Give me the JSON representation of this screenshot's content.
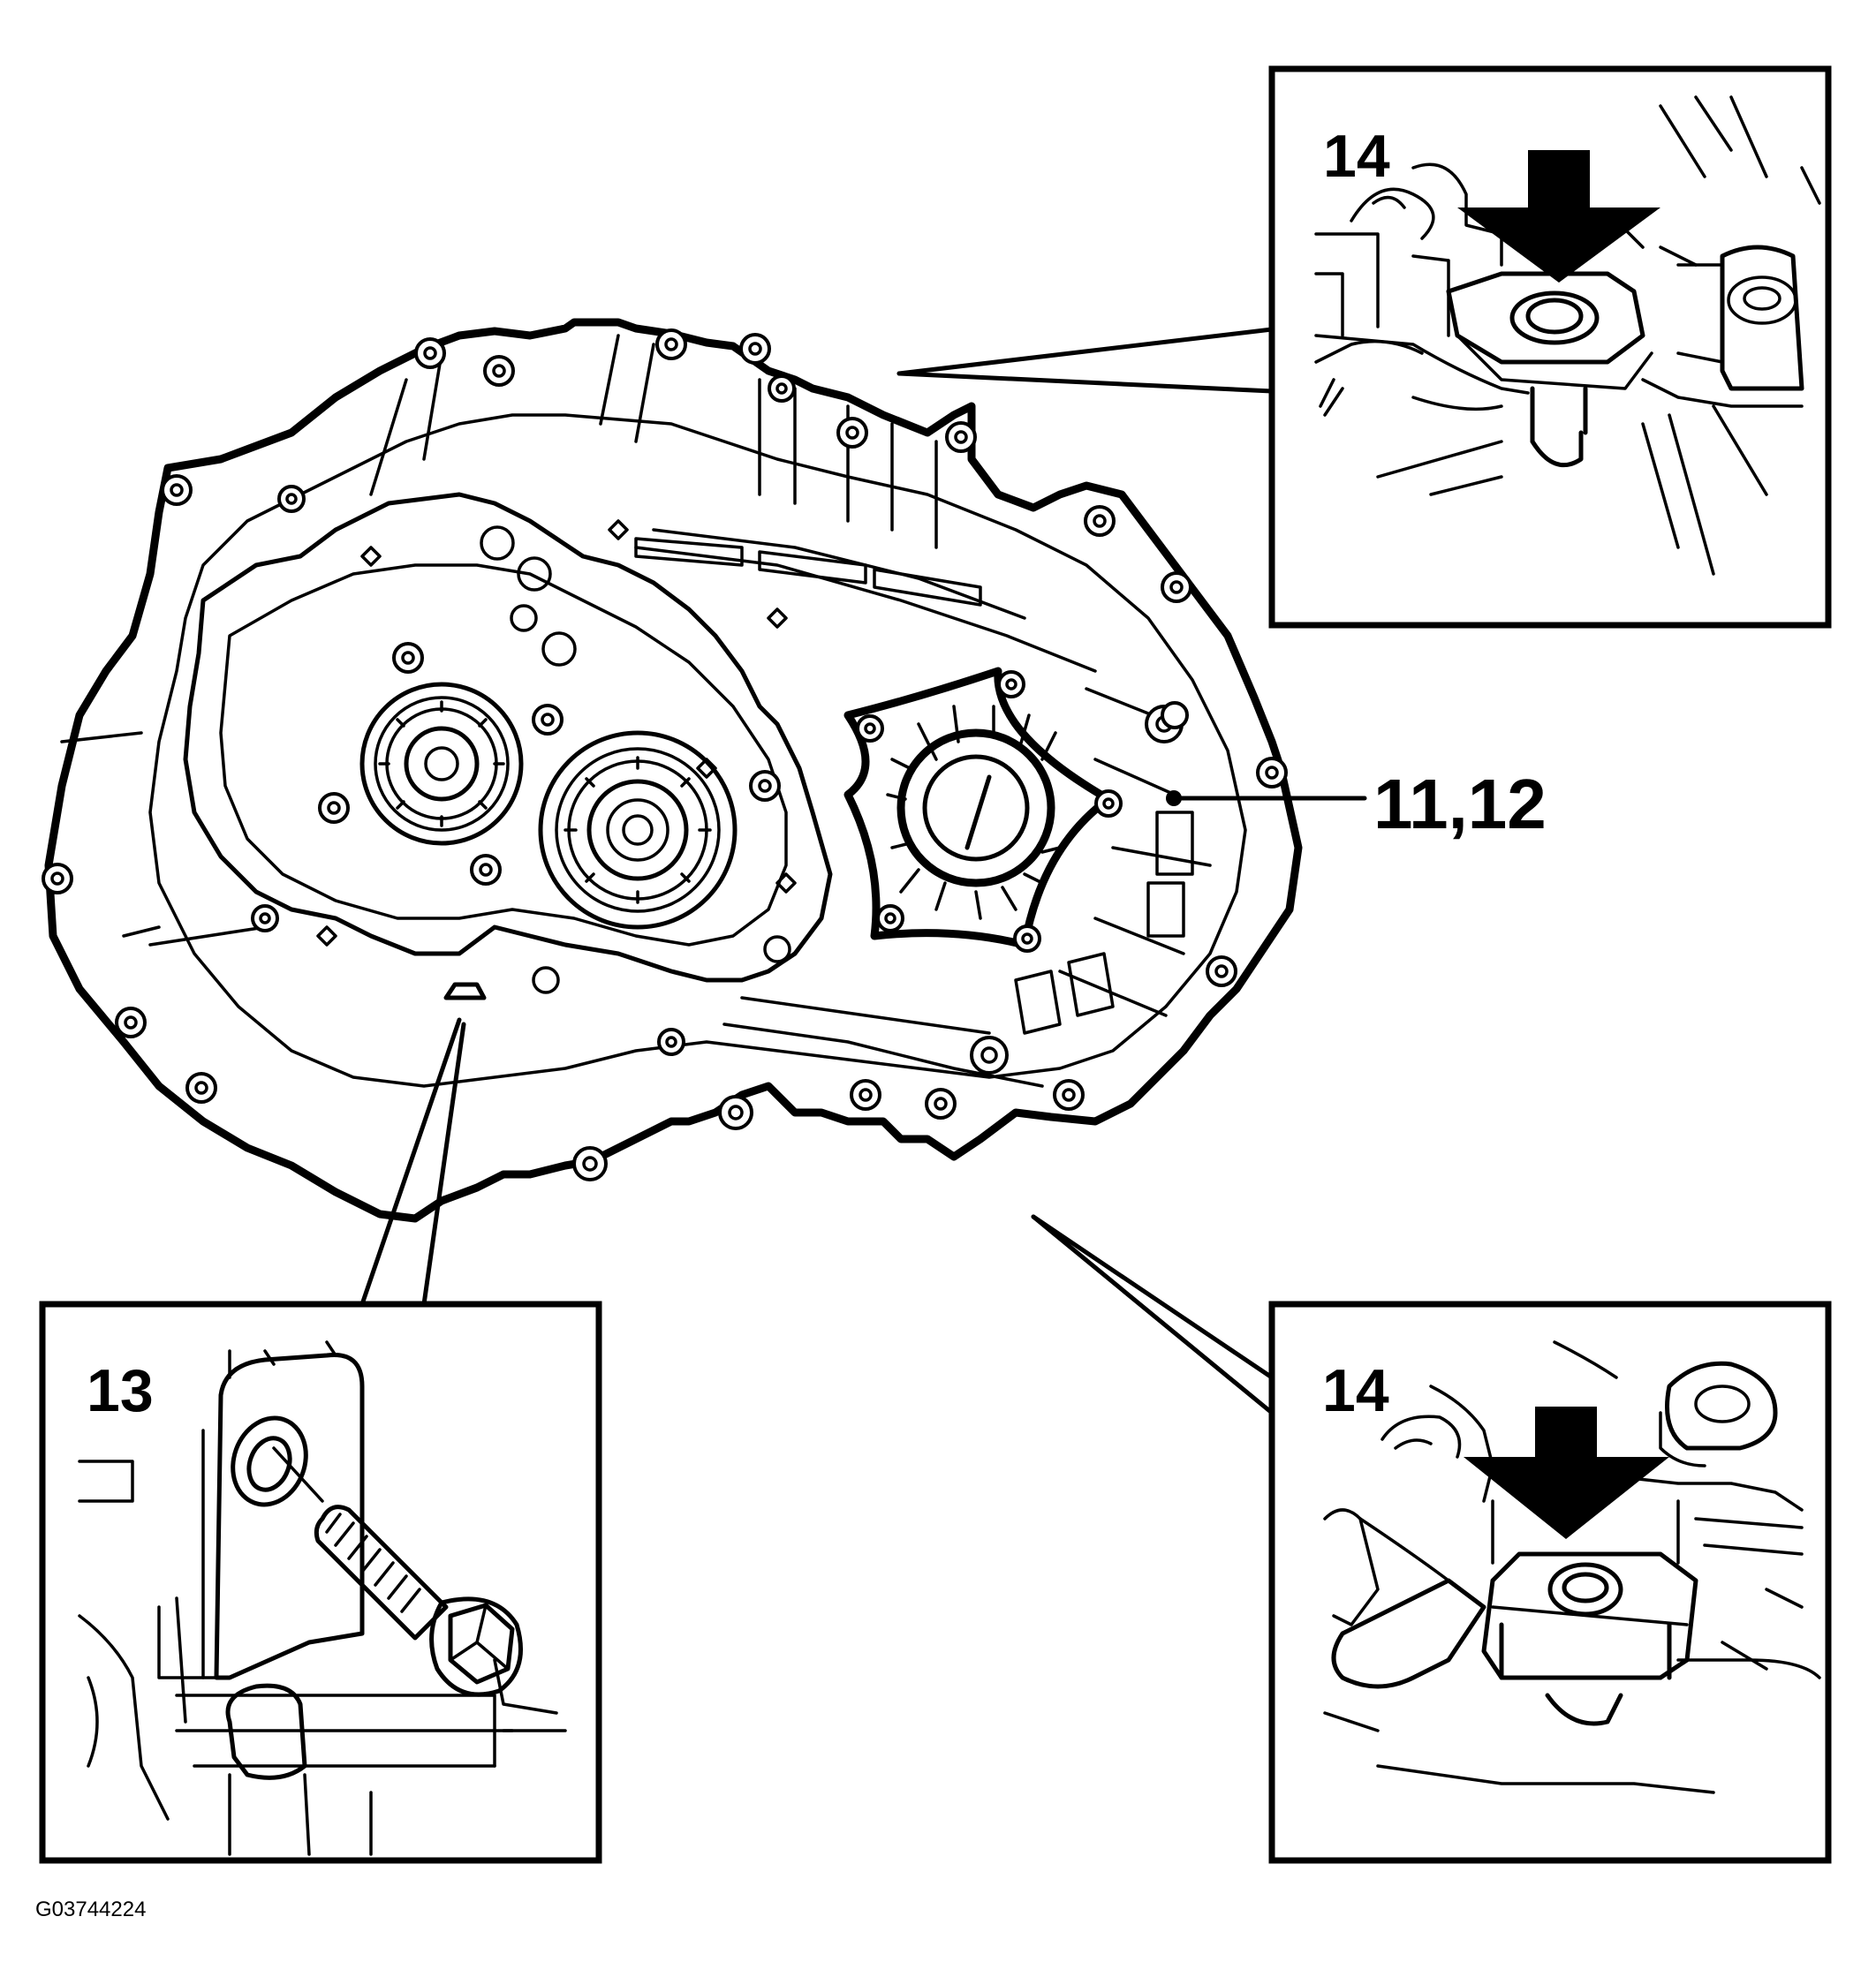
{
  "callouts": {
    "housing_cover": "11,12",
    "detail_bolt": "13",
    "detail_top_right": "14",
    "detail_bottom_right": "14"
  },
  "figure_code": "G03744224",
  "icons": [
    "arrow-down-icon",
    "arrow-down-icon",
    "bolt-icon"
  ]
}
